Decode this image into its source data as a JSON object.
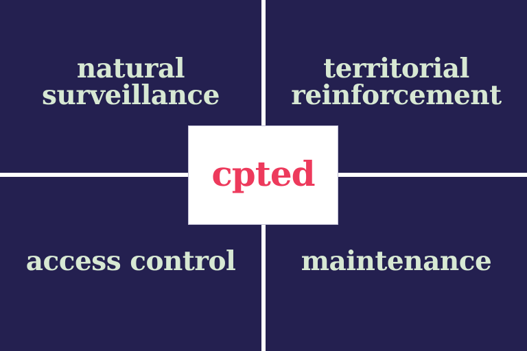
{
  "diagram": {
    "title": "cpted",
    "center": {
      "label": "cpted"
    },
    "quadrants": [
      {
        "position": "top-left",
        "label": "natural surveillance"
      },
      {
        "position": "top-right",
        "label": "territorial reinforcement"
      },
      {
        "position": "bottom-left",
        "label": "access control"
      },
      {
        "position": "bottom-right",
        "label": "maintenance"
      }
    ],
    "colors": {
      "background": "#242050",
      "quadrant_text": "#D7E8D3",
      "center_text": "#ED3A5C",
      "center_box_background": "#FFFFFF",
      "divider": "#FFFFFF"
    }
  }
}
